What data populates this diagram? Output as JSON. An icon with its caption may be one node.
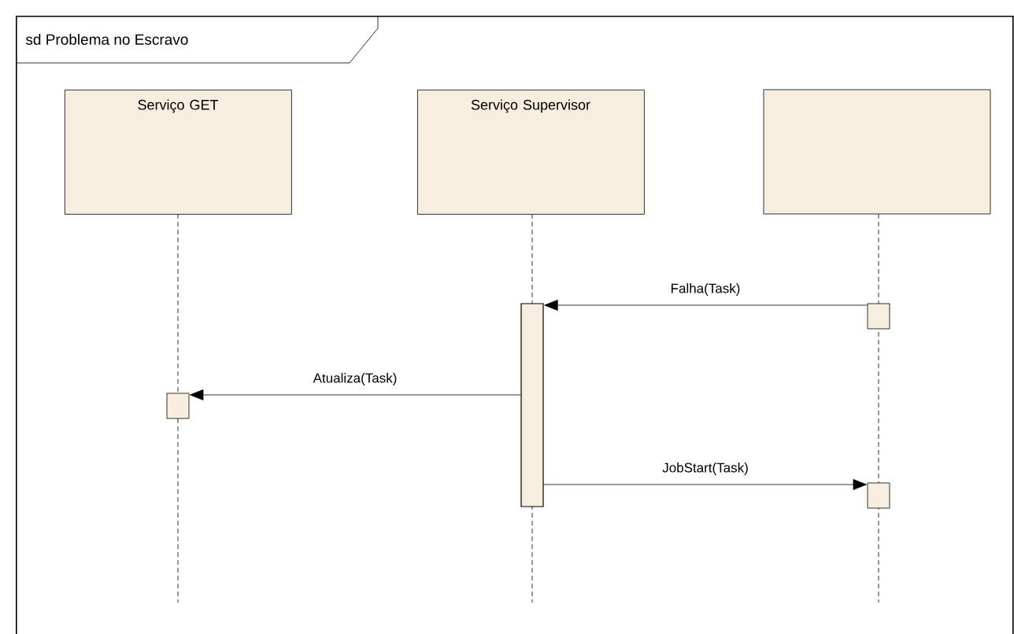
{
  "diagram": {
    "nodes": [
      {
        "text": [
          "sd Problema no Escravo"
        ]
      },
      {
        "text": [
          "Serviço GET"
        ],
        "in": 0
      },
      {
        "text": [
          "Serviço Supervisor"
        ],
        "in": 0
      },
      {
        "text": [],
        "shape": "box",
        "in": 0
      },
      {
        "text": [],
        "shape": "bar",
        "in": 0
      },
      {
        "text": [],
        "shape": "box",
        "in": 0
      },
      {
        "text": [],
        "shape": "box",
        "in": 0
      },
      {
        "text": [],
        "shape": "box",
        "in": 0
      }
    ],
    "edges": [
      {
        "from": 5,
        "to": 4,
        "arrow": "to",
        "label": "Falha(Task)"
      },
      {
        "from": 4,
        "to": 6,
        "arrow": "to",
        "label": "Atualiza(Task)"
      },
      {
        "from": 4,
        "to": 7,
        "arrow": "to",
        "label": "JobStart(Task)"
      }
    ]
  }
}
